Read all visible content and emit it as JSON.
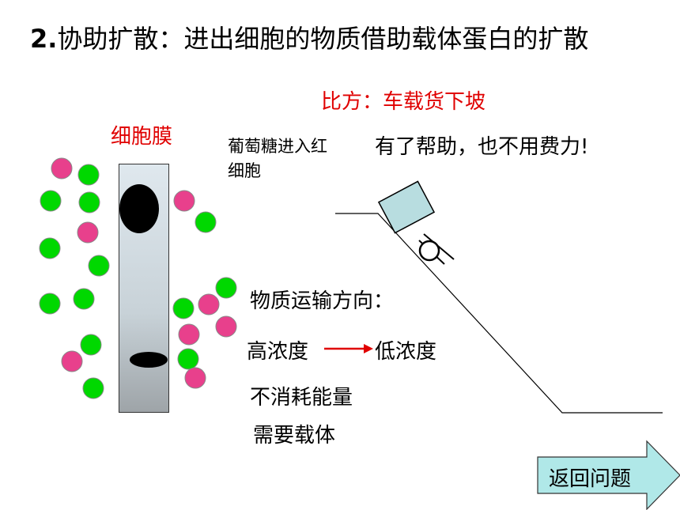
{
  "title": {
    "number": "2.",
    "text": "协助扩散：进出细胞的物质借助载体蛋白的扩散"
  },
  "analogy": "比方：车载货下坡",
  "membrane_label": "细胞膜",
  "glucose_label": "葡萄糖进入红细胞",
  "help_text": "有了帮助，也不用费力!",
  "features": {
    "direction_label": "物质运输方向：",
    "high_conc": "高浓度",
    "low_conc": "低浓度",
    "no_energy": "不消耗能量",
    "need_carrier": "需要载体"
  },
  "return_button": "返回问题",
  "colors": {
    "red_text": "#e00000",
    "green_molecule": "#00d800",
    "pink_molecule": "#e8408c",
    "cart": "#b8dde0",
    "arrow_fill": "#b0e8e8"
  },
  "icons": [
    "carrier-protein-icon",
    "cart-icon",
    "wheel-icon",
    "next-arrow-icon"
  ]
}
